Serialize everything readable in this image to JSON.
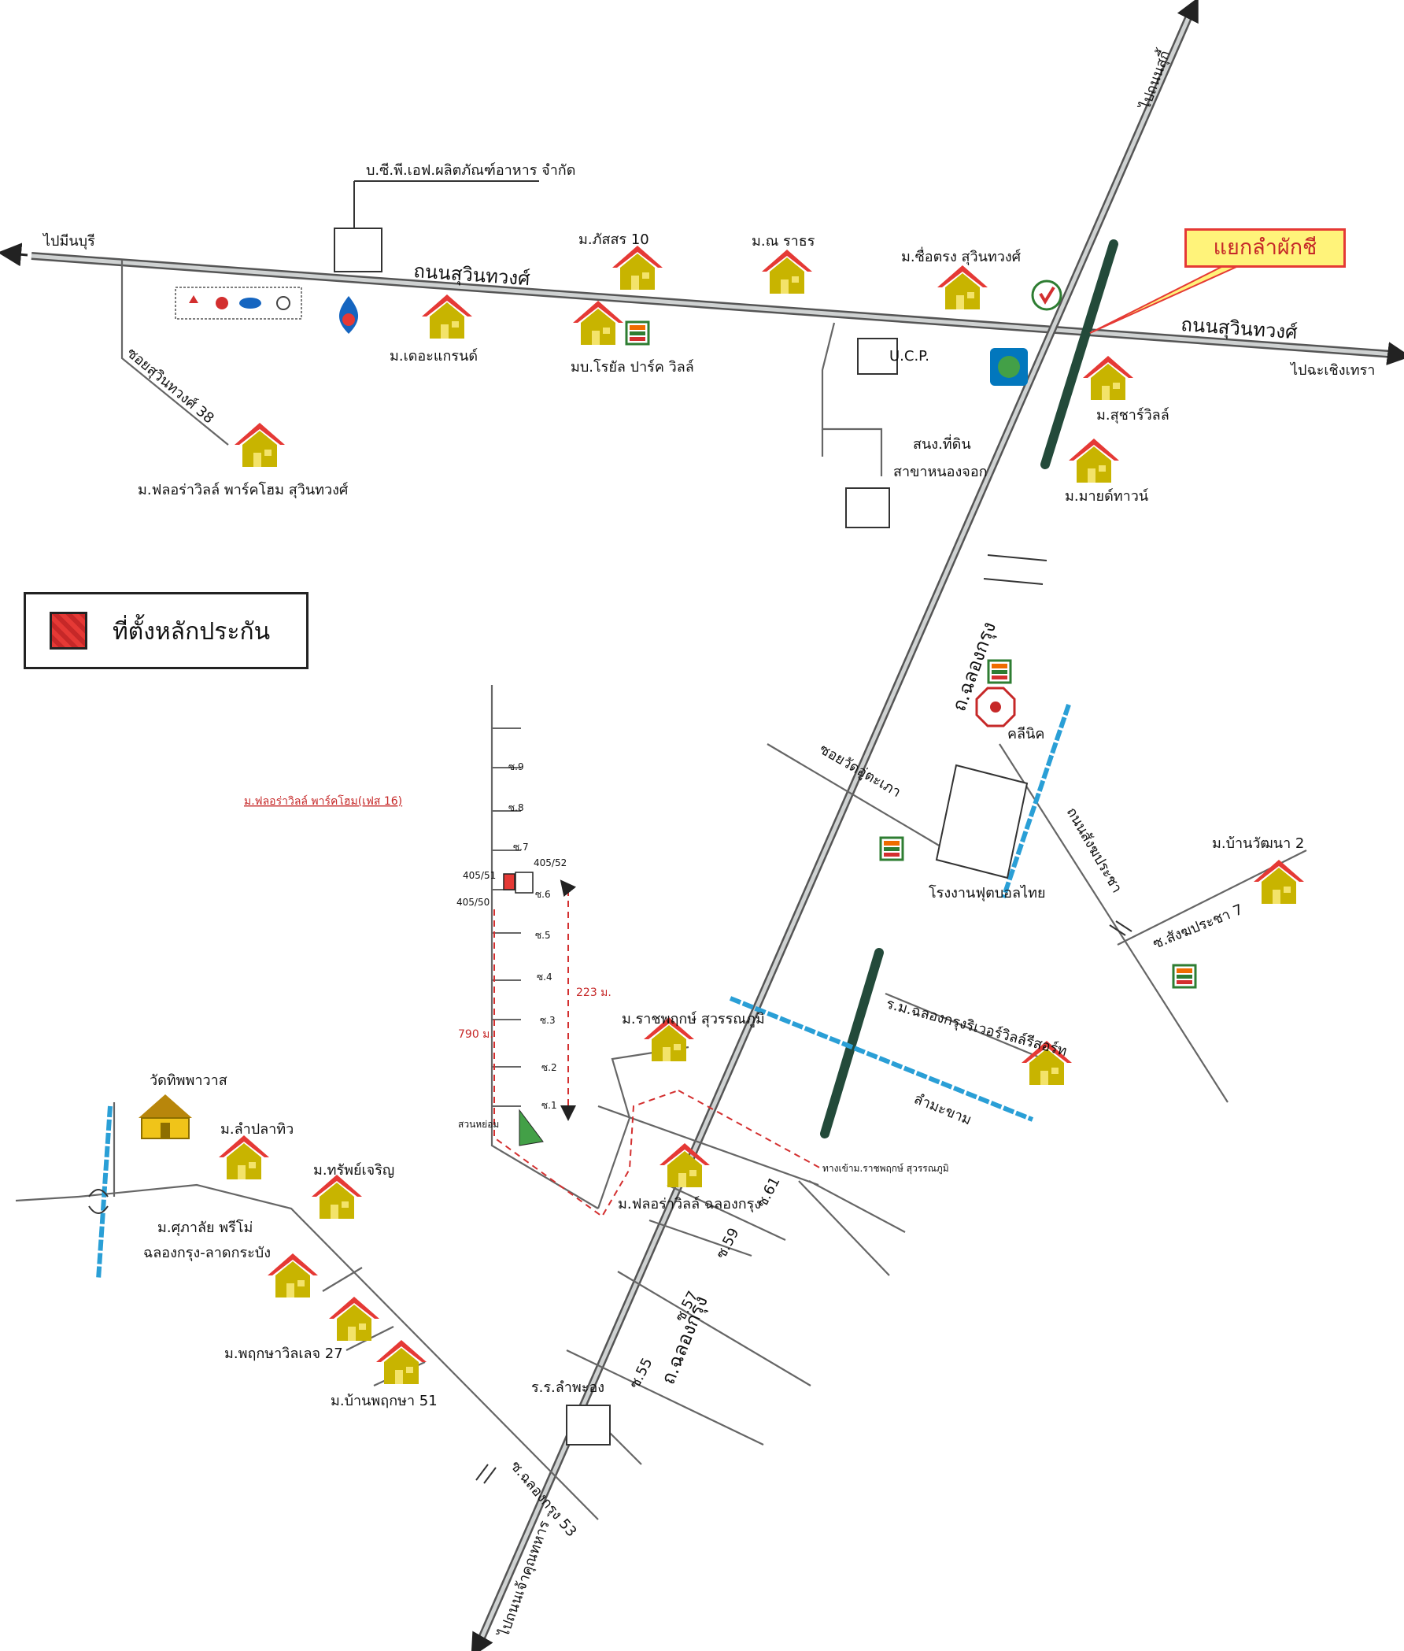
{
  "map": {
    "roads": {
      "sukhumvit_main": "ถนนสุวินทวงศ์",
      "sukhumvit_east": "ถนนสุวินทวงศ์",
      "to_minburi": "ไปมีนบุรี",
      "to_chachoengsao": "ไปฉะเชิงเทรา",
      "to_north": "ไปถนนสุกี้",
      "to_south": "ไปถนนเจ้าคุณทหาร",
      "soi_suwinthawong_38": "ซอยสุวินทวงศ์ 38",
      "chalong_krung_north": "ถ.ฉลองกรุง",
      "chalong_krung_south": "ถ.ฉลองกรุง",
      "soi_wat_utakao": "ซอยวัดอู่ตะเภา",
      "thanon_sangprachar": "ถนนสังฆประชา",
      "soi_sangprachar_7": "ซ.สังฆประชา 7",
      "soi_chalongkrung_53": "ซ.ฉลองกรุง 53",
      "lam_ma_kham": "ลำมะขาม",
      "soi_61": "ซ.61",
      "soi_59": "ซ.59",
      "soi_57": "ซ.57",
      "soi_55": "ซ.55",
      "village_entrance": "ทางเข้าม.ราชพฤกษ์ สุวรรณภูมิ",
      "lamphueng_park": "สวนหย่อม"
    },
    "junction_callout": "แยกลำผักชี",
    "places": {
      "bp_food": "บ.ซี.พี.เอฟ.ผลิตภัณฑ์อาหาร จำกัด",
      "m_phatsorn_10": "ม.ภัสสร 10",
      "m_na_rathorn": "ม.ณ ราธร",
      "m_suetrong": "ม.ซื่อตรง สุวินทวงศ์",
      "m_the_grand": "ม.เดอะแกรนด์",
      "mb_royal_park": "มบ.โรยัล ปาร์ค วิลล์",
      "ucp": "U.C.P.",
      "land_office": "สนง.ที่ดิน",
      "land_office_branch": "สาขาหนองจอก",
      "m_suchar_ville": "ม.สุชาร์วิลล์",
      "m_mind_town": "ม.มายด์ทาวน์",
      "m_flora_ville_park": "ม.ฟลอร่าวิลล์ พาร์คโฮม สุวินทวงศ์",
      "clinic": "คลีนิค",
      "thai_football_factory": "โรงงานฟุตบอลไทย",
      "m_ban_wattana_2": "ม.บ้านวัฒนา 2",
      "m_chalongkrung_riverville": "ร.ม.ฉลองกรุงริเวอร์วิลล์รีสอร์ท",
      "m_ratchaphruek": "ม.ราชพฤกษ์ สุวรรณภูมิ",
      "m_flora_chalongkrung": "ม.ฟลอร่าวิลล์ ฉลองกรุง",
      "wat_thippawat": "วัดทิพพาวาส",
      "m_lam_pla_thio": "ม.ลำปลาทิว",
      "m_sap_charoen": "ม.ทรัพย์เจริญ",
      "m_supalai_line1": "ม.ศุภาลัย พรีโม่",
      "m_supalai_line2": "ฉลองกรุง-ลาดกระบัง",
      "m_pruksa_27": "ม.พฤกษาวิลเลจ 27",
      "m_ban_pruksa_51": "ม.บ้านพฤกษา 51",
      "school": "ร.ร.ลำพะอง"
    },
    "site": {
      "project_title": "ม.ฟลอร่าวิลล์ พาร์คโฮม(เฟส 16)",
      "house_405_51": "405/51",
      "house_405_52": "405/52",
      "house_405_50": "405/50",
      "sois": [
        "ซ.9",
        "ซ.8",
        "ซ.7",
        "ซ.6",
        "ซ.5",
        "ซ.4",
        "ซ.3",
        "ซ.2",
        "ซ.1"
      ],
      "distance_short": "223 ม.",
      "distance_long": "790 ม."
    }
  },
  "legend": {
    "label": "ที่ตั้งหลักประกัน"
  },
  "colors": {
    "house_roof": "#e53935",
    "house_body": "#c8b400",
    "canal": "#2a9fd6",
    "bridge": "#234a3a",
    "collateral": "#e53935",
    "seven_eleven": "#2e7d32"
  }
}
